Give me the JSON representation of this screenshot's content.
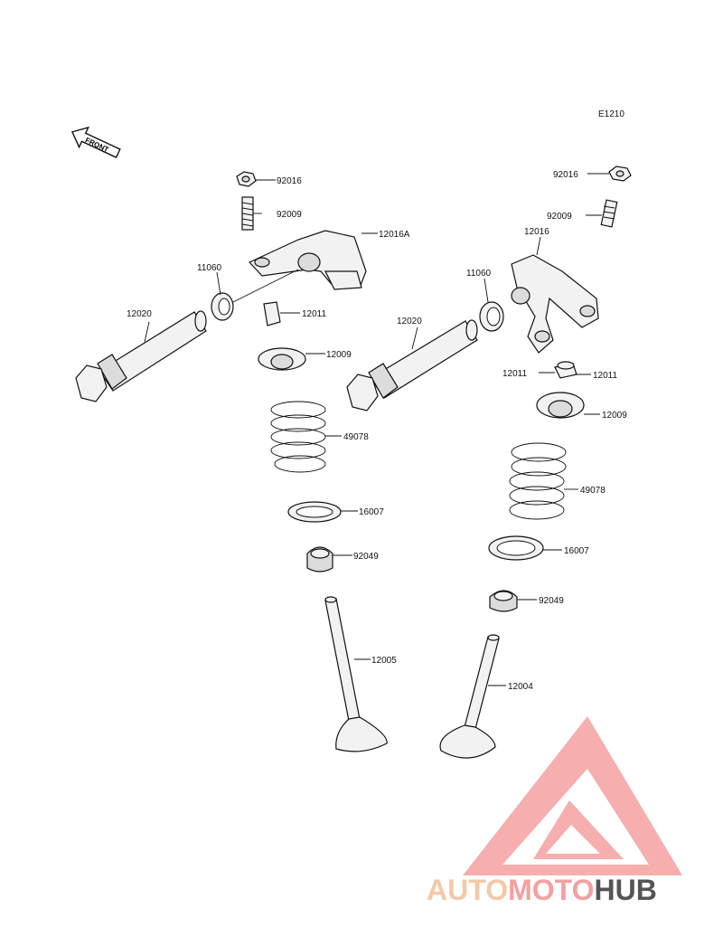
{
  "diagram_code": "E1210",
  "front_label": "FRONT",
  "watermark": {
    "part1": "AUTO",
    "part2": "MOTO",
    "part3": "HUB",
    "colors": {
      "auto": "#f3c9a8",
      "moto": "#f5a0a0",
      "hub": "#555555",
      "logo": "#f5a0a0"
    }
  },
  "labels": {
    "l_92016_a": "92016",
    "l_92009_a": "92009",
    "l_12016A": "12016A",
    "l_11060_a": "11060",
    "l_12011_a": "12011",
    "l_12020_a": "12020",
    "l_12009_a": "12009",
    "l_49078_a": "49078",
    "l_16007_a": "16007",
    "l_92049_a": "92049",
    "l_12005": "12005",
    "l_92016_b": "92016",
    "l_92009_b": "92009",
    "l_12016": "12016",
    "l_11060_b": "11060",
    "l_12020_b": "12020",
    "l_12011_b1": "12011",
    "l_12011_b2": "12011",
    "l_12009_b": "12009",
    "l_49078_b": "49078",
    "l_16007_b": "16007",
    "l_92049_b": "92049",
    "l_12004": "12004"
  }
}
